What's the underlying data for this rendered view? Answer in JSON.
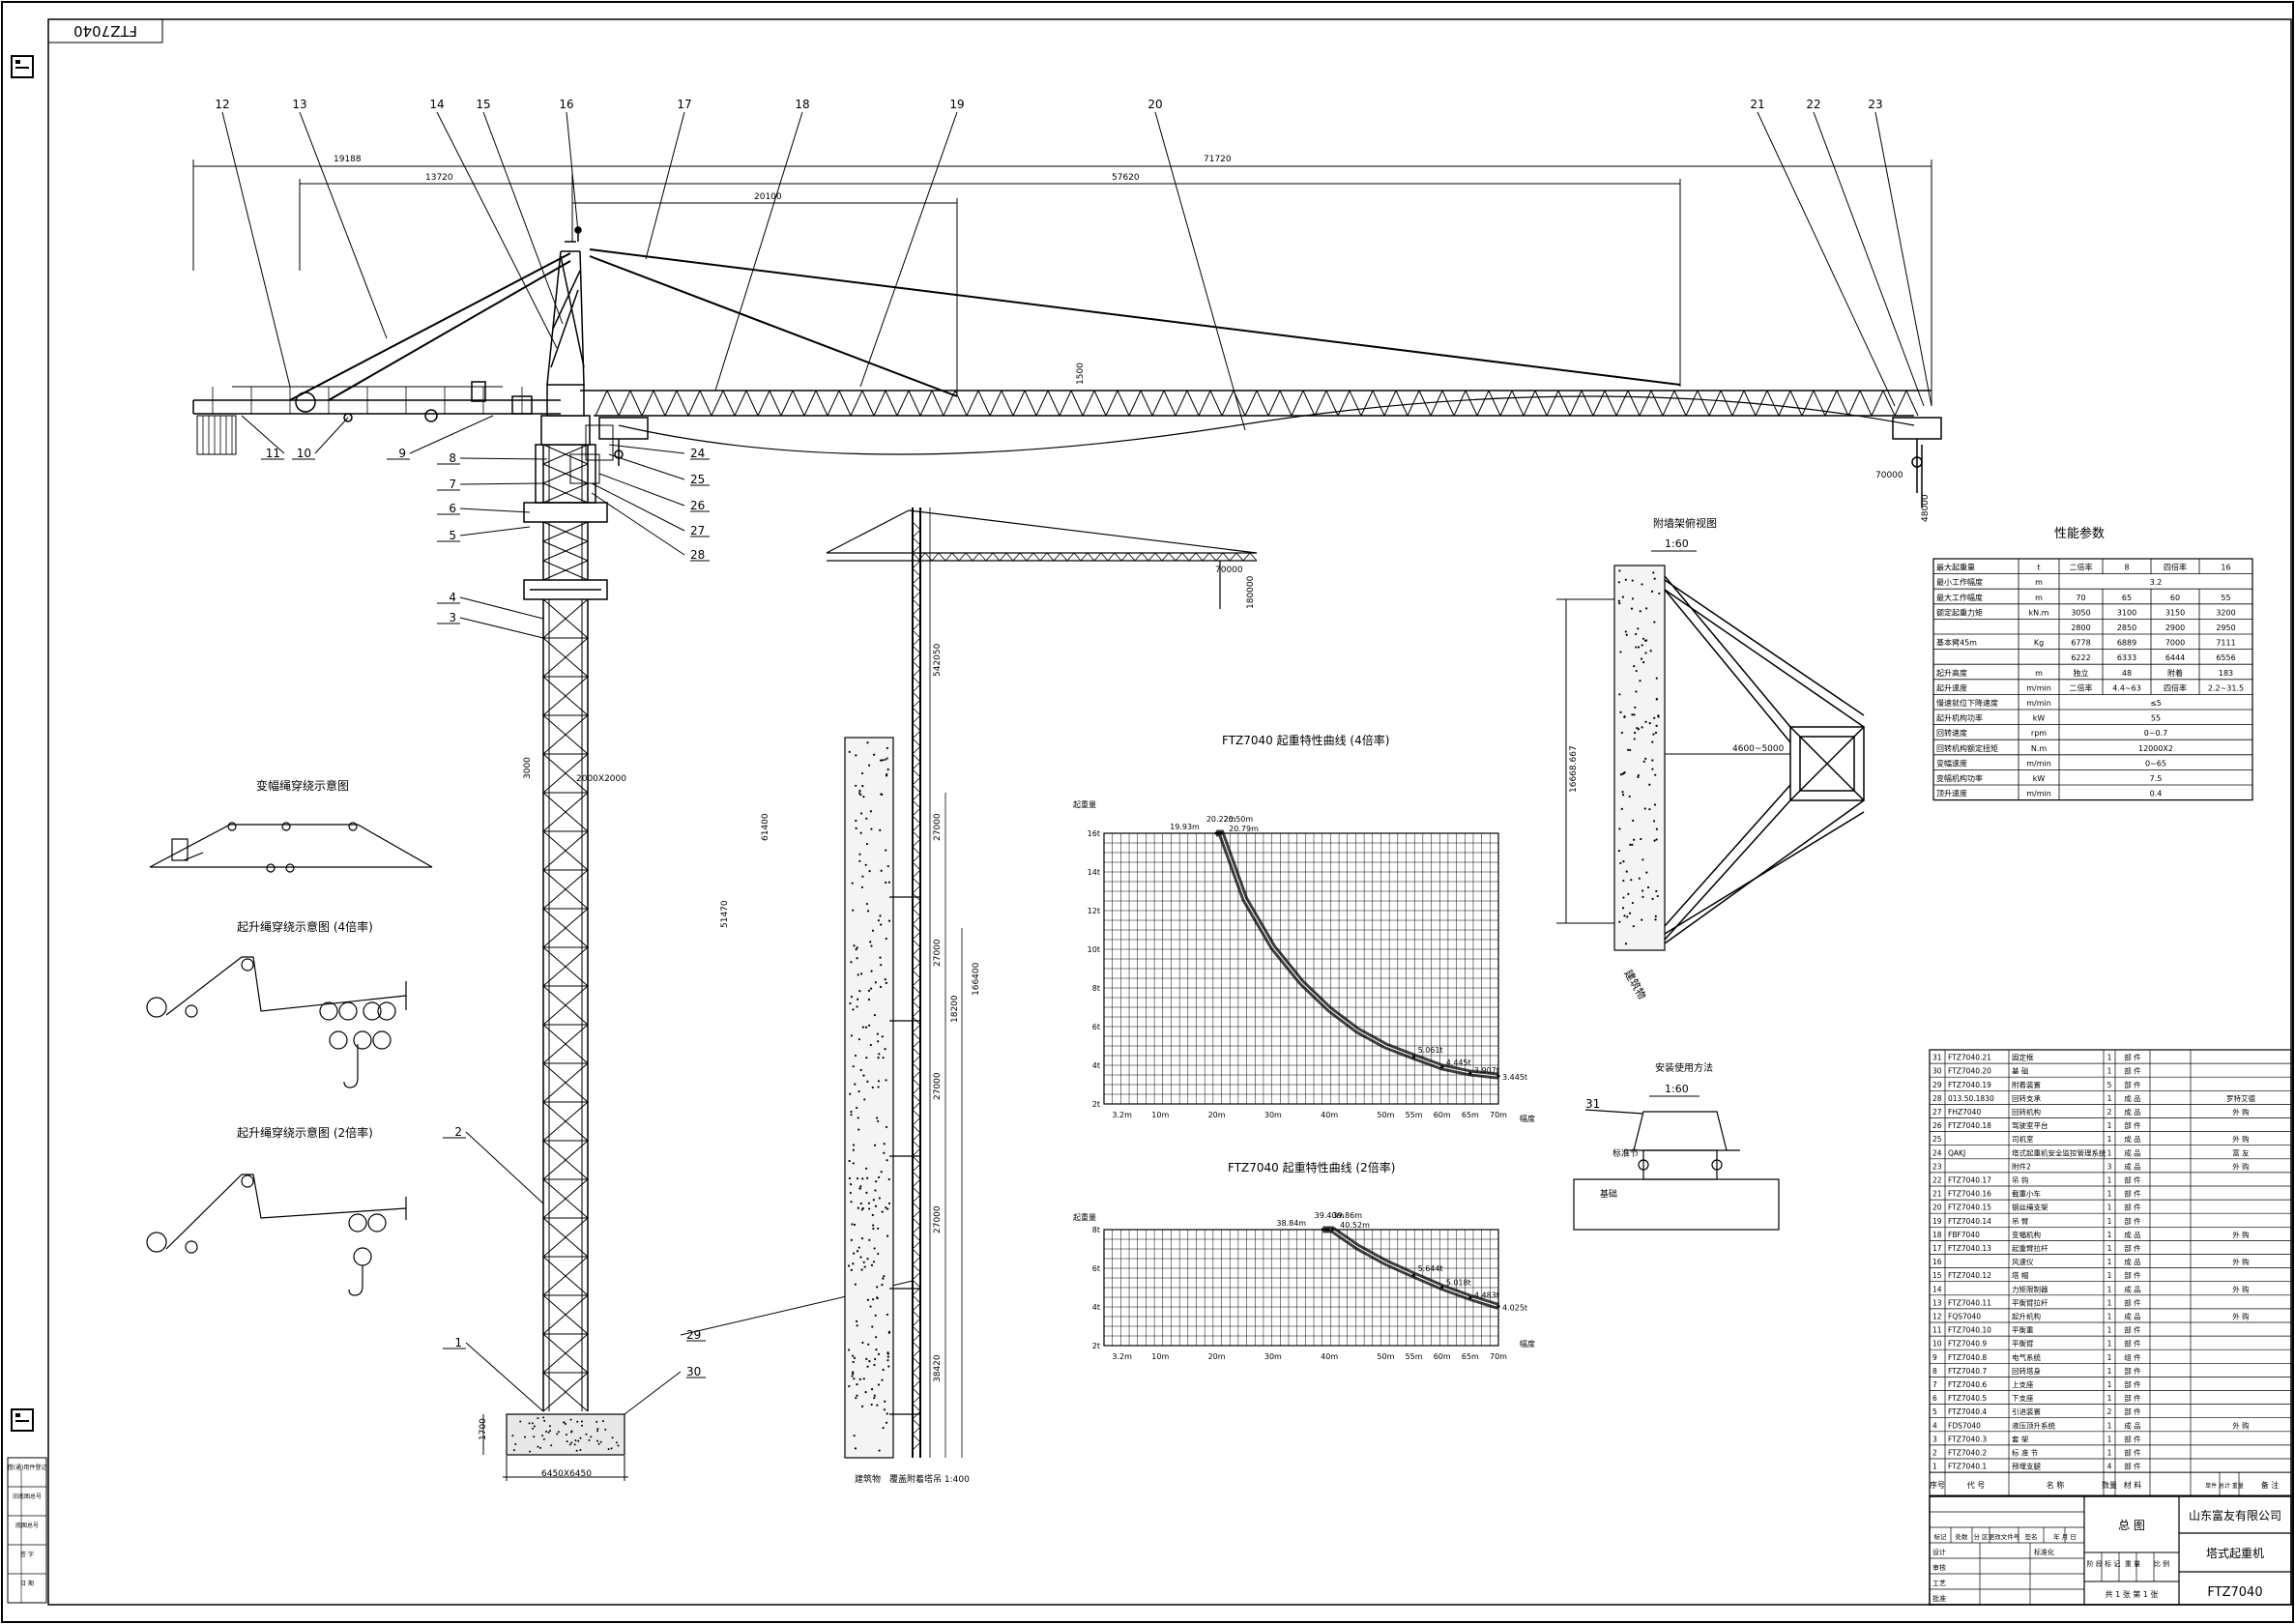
{
  "drawing_code": "FTZ7040",
  "dimensions": {
    "total_length": "71720",
    "counter_jib": "19188",
    "counter_jib_length": "13720",
    "tower_head_span": "20100",
    "jib_span": "57620",
    "jib_height": "1500",
    "tip_distance": "70000",
    "hook_height": "48000",
    "sec_3000": "3000",
    "sec_2000": "2000X2000",
    "height_51470": "51470",
    "height_61400": "61400",
    "height_1700": "1700",
    "base": "6450X6450",
    "m_70000": "70000",
    "m_180000": "180000",
    "m_542050": "542050",
    "m_27000a": "27000",
    "m_27000b": "27000",
    "m_27000c": "27000",
    "m_27000d": "27000",
    "m_18200": "18200",
    "m_166400": "166400",
    "m_38420": "38420",
    "wall_distance": "4600~5000",
    "wall_height": "16668.667"
  },
  "part_labels": [
    "1",
    "2",
    "3",
    "4",
    "5",
    "6",
    "7",
    "8",
    "9",
    "10",
    "11",
    "12",
    "13",
    "14",
    "15",
    "16",
    "17",
    "18",
    "19",
    "20",
    "21",
    "22",
    "23",
    "24",
    "25",
    "26",
    "27",
    "28",
    "29",
    "30",
    "31"
  ],
  "schematics": {
    "luffing_title": "变幅绳穿绕示意图",
    "hoist4_title": "起升绳穿绕示意图 (4倍率)",
    "hoist2_title": "起升绳穿绕示意图 (2倍率)"
  },
  "multi_tower": {
    "building_label": "建筑物",
    "scale_note": "覆盖附着塔吊 1:400"
  },
  "wall_tie": {
    "title": "附墙架俯视图",
    "scale": "1:60",
    "building_label": "建筑物"
  },
  "install": {
    "title": "安装使用方法",
    "scale": "1:60",
    "label_standard": "标准节",
    "label_foundation": "基础"
  },
  "chart_data": [
    {
      "type": "line",
      "title": "FTZ7040  起重特性曲线 (4倍率)",
      "ylabel": "起重量",
      "xlabel": "幅度",
      "x_ticks": [
        "3.2m",
        "10m",
        "20m",
        "30m",
        "40m",
        "50m",
        "55m",
        "60m",
        "65m",
        "70m"
      ],
      "y_ticks": [
        "2t",
        "4t",
        "6t",
        "8t",
        "10t",
        "12t",
        "14t",
        "16t"
      ],
      "xlim": [
        0,
        70
      ],
      "ylim": [
        2,
        16
      ],
      "series": [
        {
          "x": [
            19.93,
            20.22,
            20.5,
            20.79,
            25,
            30,
            35,
            40,
            45,
            50,
            55,
            60,
            65,
            70
          ],
          "y": [
            16,
            16,
            16,
            16,
            12.6,
            10.1,
            8.3,
            6.9,
            5.8,
            5.0,
            4.44,
            3.907,
            3.6,
            3.445
          ]
        }
      ],
      "annotations": [
        "20.22m",
        "20.50m",
        "19.93m",
        "20.79m",
        "5.061t",
        "4.445t",
        "3.907t",
        "3.445t"
      ]
    },
    {
      "type": "line",
      "title": "FTZ7040  起重特性曲线 (2倍率)",
      "ylabel": "起重量",
      "xlabel": "幅度",
      "x_ticks": [
        "3.2m",
        "10m",
        "20m",
        "30m",
        "40m",
        "50m",
        "55m",
        "60m",
        "65m",
        "70m"
      ],
      "y_ticks": [
        "2t",
        "4t",
        "6t",
        "8t"
      ],
      "xlim": [
        0,
        70
      ],
      "ylim": [
        2,
        8
      ],
      "series": [
        {
          "x": [
            38.84,
            39.4,
            39.86,
            40.52,
            45,
            50,
            55,
            60,
            65,
            70
          ],
          "y": [
            8,
            8,
            8,
            8,
            7.1,
            6.3,
            5.644,
            5.018,
            4.483,
            4.025
          ]
        }
      ],
      "annotations": [
        "39.40m",
        "39.86m",
        "38.84m",
        "40.52m",
        "5.644t",
        "5.018t",
        "4.483t",
        "4.025t"
      ]
    }
  ],
  "performance_table": {
    "title": "性能参数",
    "rows": [
      [
        "最大起重量",
        "t",
        "二倍率",
        "8",
        "四倍率",
        "16"
      ],
      [
        "最小工作幅度",
        "m",
        "3.2",
        "",
        "",
        ""
      ],
      [
        "最大工作幅度",
        "m",
        "70",
        "65",
        "60",
        "55"
      ],
      [
        "额定起重力矩",
        "kN.m",
        "3050",
        "3100",
        "3150",
        "3200"
      ],
      [
        "",
        "",
        "2800",
        "2850",
        "2900",
        "2950"
      ],
      [
        "基本臂45m",
        "Kg",
        "6778",
        "6889",
        "7000",
        "7111"
      ],
      [
        "",
        "",
        "6222",
        "6333",
        "6444",
        "6556"
      ],
      [
        "起升高度",
        "m",
        "独立",
        "48",
        "附着",
        "183"
      ],
      [
        "起升速度",
        "m/min",
        "二倍率",
        "4.4~63",
        "四倍率",
        "2.2~31.5"
      ],
      [
        "慢速就位下降速度",
        "m/min",
        "≤5",
        "",
        "",
        ""
      ],
      [
        "起升机构功率",
        "kW",
        "55",
        "",
        "",
        ""
      ],
      [
        "回转速度",
        "rpm",
        "0~0.7",
        "",
        "",
        ""
      ],
      [
        "回转机构额定扭矩",
        "N.m",
        "12000X2",
        "",
        "",
        ""
      ],
      [
        "变幅速度",
        "m/min",
        "0~65",
        "",
        "",
        ""
      ],
      [
        "变幅机构功率",
        "kW",
        "7.5",
        "",
        "",
        ""
      ],
      [
        "顶升速度",
        "m/min",
        "0.4",
        "",
        "",
        ""
      ]
    ]
  },
  "parts_list": {
    "rows": [
      [
        "31",
        "FTZ7040.21",
        "固定框",
        "1",
        "部 件",
        ""
      ],
      [
        "30",
        "FTZ7040.20",
        "基 础",
        "1",
        "部 件",
        ""
      ],
      [
        "29",
        "FTZ7040.19",
        "附着装置",
        "5",
        "部 件",
        ""
      ],
      [
        "28",
        "013.50.1830",
        "回转支承",
        "1",
        "成 品",
        "罗特艾德"
      ],
      [
        "27",
        "FHZ7040",
        "回转机构",
        "2",
        "成 品",
        "外 购"
      ],
      [
        "26",
        "FTZ7040.18",
        "驾驶室平台",
        "1",
        "部 件",
        ""
      ],
      [
        "25",
        "",
        "司机室",
        "1",
        "成 品",
        "外 购"
      ],
      [
        "24",
        "QAKJ",
        "塔式起重机安全监控管理系统",
        "1",
        "成 品",
        "富 友"
      ],
      [
        "23",
        "",
        "附件2",
        "3",
        "成 品",
        "外 购"
      ],
      [
        "22",
        "FTZ7040.17",
        "吊 钩",
        "1",
        "部 件",
        ""
      ],
      [
        "21",
        "FTZ7040.16",
        "载重小车",
        "1",
        "部 件",
        ""
      ],
      [
        "20",
        "FTZ7040.15",
        "钢丝绳支架",
        "1",
        "部 件",
        ""
      ],
      [
        "19",
        "FTZ7040.14",
        "吊 臂",
        "1",
        "部 件",
        ""
      ],
      [
        "18",
        "FBF7040",
        "变幅机构",
        "1",
        "成 品",
        "外 购"
      ],
      [
        "17",
        "FTZ7040.13",
        "起重臂拉杆",
        "1",
        "部 件",
        ""
      ],
      [
        "16",
        "",
        "风速仪",
        "1",
        "成 品",
        "外 购"
      ],
      [
        "15",
        "FTZ7040.12",
        "塔 帽",
        "1",
        "部 件",
        ""
      ],
      [
        "14",
        "",
        "力矩限制器",
        "1",
        "成 品",
        "外 购"
      ],
      [
        "13",
        "FTZ7040.11",
        "平衡臂拉杆",
        "1",
        "部 件",
        ""
      ],
      [
        "12",
        "FQS7040",
        "起升机构",
        "1",
        "成 品",
        "外 购"
      ],
      [
        "11",
        "FTZ7040.10",
        "平衡重",
        "1",
        "部 件",
        ""
      ],
      [
        "10",
        "FTZ7040.9",
        "平衡臂",
        "1",
        "部 件",
        ""
      ],
      [
        "9",
        "FTZ7040.8",
        "电气系统",
        "1",
        "组 件",
        ""
      ],
      [
        "8",
        "FTZ7040.7",
        "回转塔身",
        "1",
        "部 件",
        ""
      ],
      [
        "7",
        "FTZ7040.6",
        "上支座",
        "1",
        "部 件",
        ""
      ],
      [
        "6",
        "FTZ7040.5",
        "下支座",
        "1",
        "部 件",
        ""
      ],
      [
        "5",
        "FTZ7040.4",
        "引进装置",
        "2",
        "部 件",
        ""
      ],
      [
        "4",
        "FDS7040",
        "液压顶升系统",
        "1",
        "成 品",
        "外 购"
      ],
      [
        "3",
        "FTZ7040.3",
        "套 架",
        "1",
        "部 件",
        ""
      ],
      [
        "2",
        "FTZ7040.2",
        "标 准 节",
        "1",
        "部 件",
        ""
      ],
      [
        "1",
        "FTZ7040.1",
        "预埋支腿",
        "4",
        "部 件",
        ""
      ]
    ],
    "header": [
      "序号",
      "代 号",
      "名 称",
      "数量",
      "材 料",
      "单件 总计 重量",
      "备 注"
    ]
  },
  "title_block": {
    "company": "山东富友有限公司",
    "drawing_name": "总 图",
    "product": "塔式起重机",
    "code": "FTZ7040",
    "row_labels": [
      "标记",
      "处数",
      "分 区",
      "更改文件号",
      "签名",
      "年 月 日"
    ],
    "roles": [
      "设计",
      "审核",
      "工艺",
      "批准",
      "标准化"
    ],
    "stage_labels": [
      "阶 段 标 记",
      "重 量",
      "比 例"
    ],
    "sheet": "共 1 张    第 1 张"
  },
  "left_stamp": {
    "rows": [
      "借(通)用件登记",
      "旧底图总号",
      "底图总号",
      "签 字",
      "日 期"
    ]
  }
}
